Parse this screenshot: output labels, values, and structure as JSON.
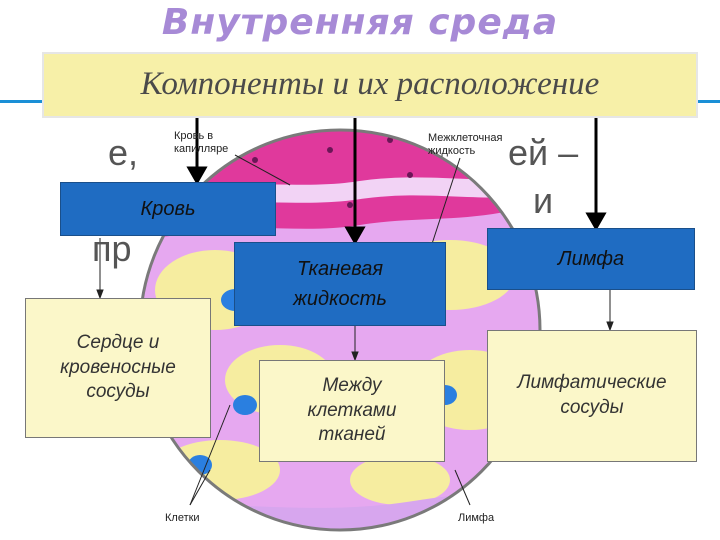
{
  "title": "Внутренняя среда",
  "banner": "Компоненты и их расположение",
  "background_text": {
    "fragment_1": "е,",
    "fragment_2": "ей –",
    "fragment_3": "и",
    "fragment_4": "пр"
  },
  "components": [
    {
      "name": "Кровь",
      "location": "Сердце и кровеносные сосуды"
    },
    {
      "name": "Тканевая жидкость",
      "location": "Между клетками тканей"
    },
    {
      "name": "Лимфа",
      "location": "Лимфатические сосуды"
    }
  ],
  "figure_labels": {
    "blood_in_capillary": "Кровь в капилляре",
    "intercellular_fluid": "Межклеточная жидкость",
    "cells": "Клетки",
    "lymph": "Лимфа"
  },
  "colors": {
    "title": "#a78ad6",
    "banner": "#f7f0a8",
    "blue_box": "#1f6cc2",
    "yellow_box": "#fbf7c9",
    "accent_line": "#1a8fd6"
  }
}
